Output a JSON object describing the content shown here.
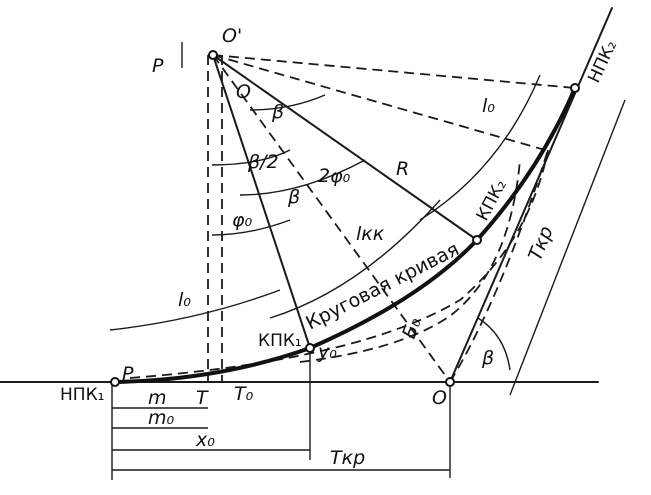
{
  "labels": {
    "o_prime": "O'",
    "p_left": "P",
    "o_angle": "O",
    "beta_top": "β",
    "beta_half": "β/2",
    "two_phi0": "2φ₀",
    "beta_mid": "β",
    "phi0": "φ₀",
    "r": "R",
    "l0_right": "l₀",
    "lkk": "lкк",
    "l0_left": "l₀",
    "npk1": "НПК₁",
    "npk2": "НПК₂",
    "kpk1": "КПК₁",
    "kpk2": "КПК₂",
    "curve": "Круговая кривая",
    "p_base": "P",
    "m": "m",
    "t": "T",
    "t0": "T₀",
    "m0": "m₀",
    "x0": "x₀",
    "tkr_bottom": "Tкр",
    "tkr_right": "Tкр",
    "y0": "y₀",
    "b0": "Б₀",
    "o_vertex": "O",
    "beta_vertex": "β"
  }
}
